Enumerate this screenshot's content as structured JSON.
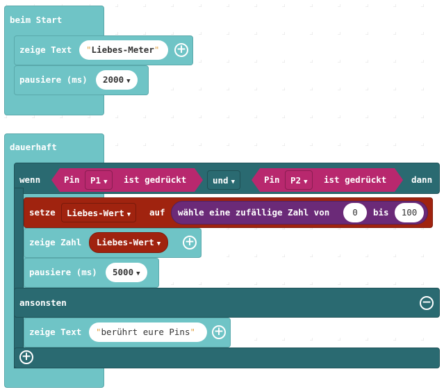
{
  "start_block": {
    "label": "beim Start",
    "show_text": {
      "label": "zeige Text",
      "value": "Liebes-Meter"
    },
    "pause": {
      "label": "pausiere (ms)",
      "value": "2000"
    }
  },
  "forever_block": {
    "label": "dauerhaft",
    "if_block": {
      "if_label": "wenn",
      "then_label": "dann",
      "else_label": "ansonsten",
      "cond1": {
        "pin_label": "Pin",
        "pin": "P1",
        "state": "ist gedrückt"
      },
      "operator": "und",
      "cond2": {
        "pin_label": "Pin",
        "pin": "P2",
        "state": "ist gedrückt"
      },
      "set_var": {
        "label": "setze",
        "variable": "Liebes-Wert",
        "to_label": "auf",
        "random": {
          "label": "wähle eine zufällige Zahl von",
          "from": "0",
          "to_label": "bis",
          "to": "100"
        }
      },
      "show_number": {
        "label": "zeige Zahl",
        "variable": "Liebes-Wert"
      },
      "pause": {
        "label": "pausiere (ms)",
        "value": "5000"
      },
      "else_show_text": {
        "label": "zeige Text",
        "value": "berührt eure Pins"
      }
    }
  },
  "colors": {
    "basic": "#6fc4c6",
    "logic": "#2a6a71",
    "pins": "#b8286e",
    "variables": "#a0230f",
    "math": "#6b2a78"
  }
}
